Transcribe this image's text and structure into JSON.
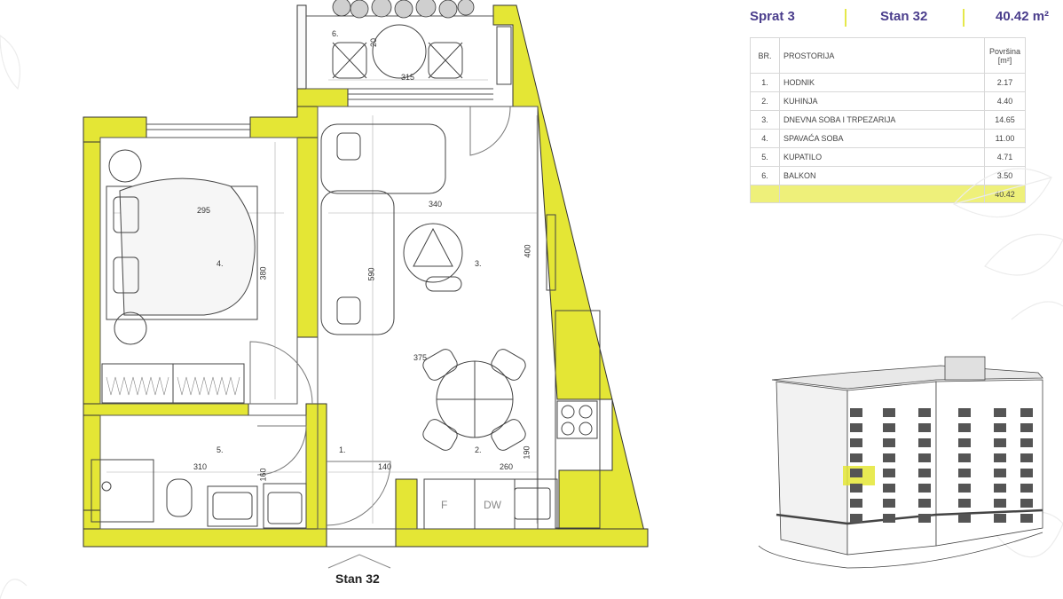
{
  "header": {
    "floor": "Sprat 3",
    "apartment": "Stan 32",
    "area": "40.42 m²"
  },
  "table": {
    "col_no": "BR.",
    "col_room": "PROSTORIJA",
    "col_area_line1": "Površina",
    "col_area_line2": "[m²]",
    "rows": [
      {
        "no": "1.",
        "name": "HODNIK",
        "area": "2.17"
      },
      {
        "no": "2.",
        "name": "KUHINJA",
        "area": "4.40"
      },
      {
        "no": "3.",
        "name": "DNEVNA SOBA I TRPEZARIJA",
        "area": "14.65"
      },
      {
        "no": "4.",
        "name": "SPAVAĆA SOBA",
        "area": "11.00"
      },
      {
        "no": "5.",
        "name": "KUPATILO",
        "area": "4.71"
      },
      {
        "no": "6.",
        "name": "BALKON",
        "area": "3.50"
      }
    ],
    "total": "40.42"
  },
  "plan": {
    "entrance_label": "Stan 32",
    "room_markers": [
      "1.",
      "2.",
      "3.",
      "4.",
      "5.",
      "6."
    ],
    "dimensions": [
      "20",
      "315",
      "295",
      "340",
      "380",
      "590",
      "400",
      "375",
      "310",
      "160",
      "140",
      "260",
      "190"
    ],
    "appliances": {
      "fridge": "F",
      "dishwasher": "DW"
    }
  },
  "colors": {
    "accent_yellow": "#e4e635",
    "highlight_row": "#eef07a",
    "header_text": "#4a3d8c",
    "wall_outline": "#333333"
  }
}
